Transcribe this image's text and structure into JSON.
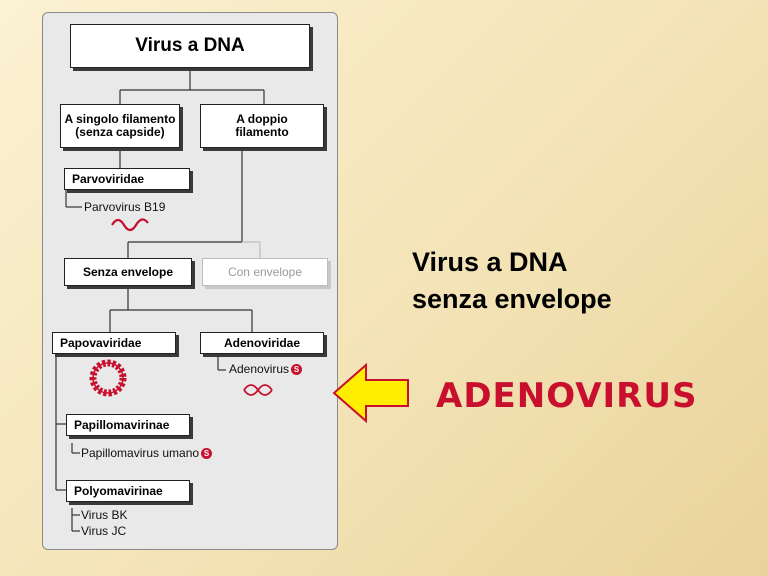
{
  "diagram": {
    "title": "Virus a DNA",
    "single_strand": "A singolo filamento\n(senza capside)",
    "double_strand": "A doppio\nfilamento",
    "parvoviridae": "Parvoviridae",
    "parvovirus_b19": "Parvovirus B19",
    "senza_envelope": "Senza envelope",
    "con_envelope": "Con envelope",
    "papovaviridae": "Papovaviridae",
    "adenoviridae": "Adenoviridae",
    "adenovirus": "Adenovirus",
    "papillomavirinae": "Papillomavirinae",
    "papillomavirus_umano": "Papillomavirus umano",
    "polyomavirinae": "Polyomavirinae",
    "virus_bk": "Virus BK",
    "virus_jc": "Virus JC",
    "badge_letter": "S"
  },
  "slide": {
    "heading_line1": "Virus a DNA",
    "heading_line2": "senza envelope",
    "highlight": "ADENOVIRUS"
  },
  "colors": {
    "accent_red": "#c8102e",
    "arrow_fill": "#ffee00",
    "arrow_stroke": "#c8102e",
    "panel_bg": "#e9e9e9"
  },
  "icons": {
    "arrow": "left-arrow-icon",
    "dna_wave": "ssdna-wave-icon",
    "dna_helix": "dsdna-helix-icon",
    "circular_dna": "circular-dna-icon",
    "status": "s-badge-icon"
  }
}
